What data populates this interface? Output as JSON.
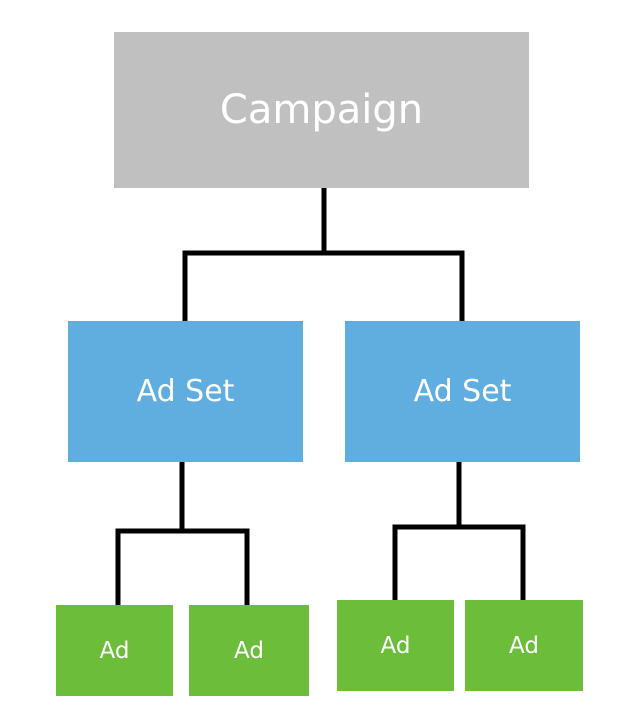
{
  "diagram": {
    "root": {
      "label": "Campaign"
    },
    "ad_sets": [
      {
        "label": "Ad Set",
        "ads": [
          {
            "label": "Ad"
          },
          {
            "label": "Ad"
          }
        ]
      },
      {
        "label": "Ad Set",
        "ads": [
          {
            "label": "Ad"
          },
          {
            "label": "Ad"
          }
        ]
      }
    ]
  },
  "colors": {
    "campaign": "#c0c0c0",
    "ad_set": "#5faedf",
    "ad": "#6bbd3a",
    "connector": "#000000",
    "text": "#ffffff"
  }
}
